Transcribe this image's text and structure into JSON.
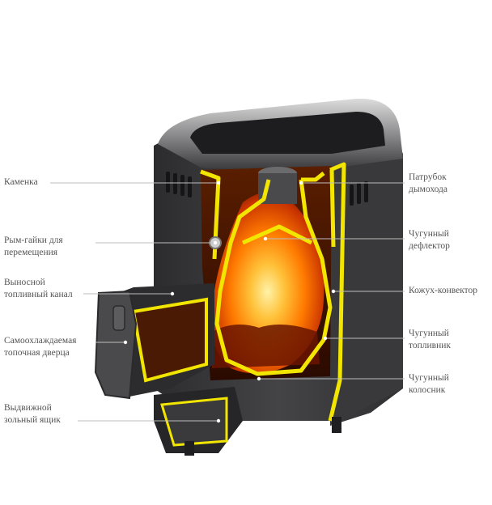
{
  "labels": {
    "kamenka": [
      "Каменка"
    ],
    "rym_gaiki": [
      "Рым-гайки для",
      "перемещения"
    ],
    "vynosnoy_kanal": [
      "Выносной",
      "топливный канал"
    ],
    "dverca": [
      "Самоохлаждаемая",
      "топочная дверца"
    ],
    "yashchik": [
      "Выдвижной",
      "зольный ящик"
    ],
    "patrubok": [
      "Патрубок",
      "дымохода"
    ],
    "deflektor": [
      "Чугунный",
      "дефлектор"
    ],
    "kozhukh": [
      "Кожух-конвектор"
    ],
    "toplivnik": [
      "Чугунный",
      "топливник"
    ],
    "kolosnik": [
      "Чугунный",
      "колосник"
    ]
  },
  "colors": {
    "body": "#3b3b3d",
    "body_dark": "#2a2a2c",
    "highlight": "#f2e600",
    "flame": "#ff8a00",
    "leader": "#bdbdbd"
  }
}
